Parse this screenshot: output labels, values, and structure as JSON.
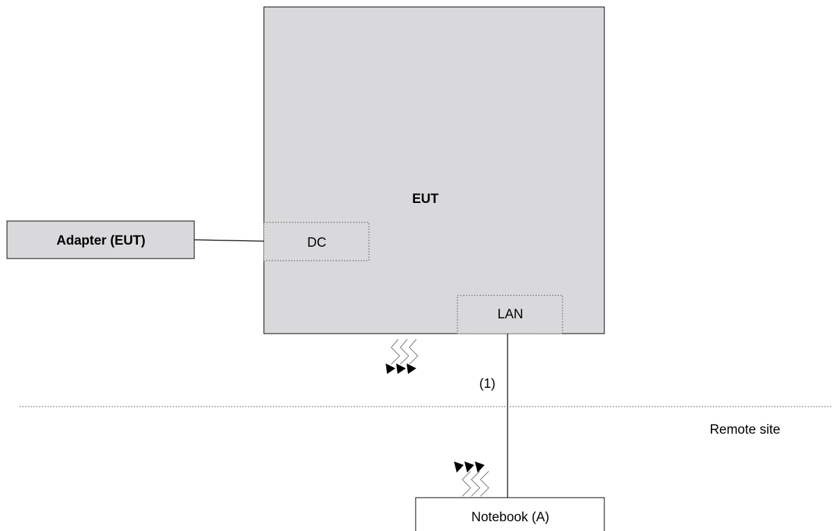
{
  "diagram": {
    "eut": {
      "label": "EUT"
    },
    "dc_port": {
      "label": "DC"
    },
    "lan_port": {
      "label": "LAN"
    },
    "adapter": {
      "label": "Adapter (EUT)"
    },
    "cable": {
      "label": "(1)"
    },
    "remote_site": {
      "label": "Remote site"
    },
    "notebook": {
      "label": "Notebook (A)"
    }
  },
  "colors": {
    "device_fill": "#d9d9db",
    "stroke": "#000000",
    "dotted": "#666666",
    "background": "#ffffff"
  },
  "icons": {
    "wireless_out": "wireless-signal-icon",
    "wireless_in": "wireless-signal-icon"
  }
}
